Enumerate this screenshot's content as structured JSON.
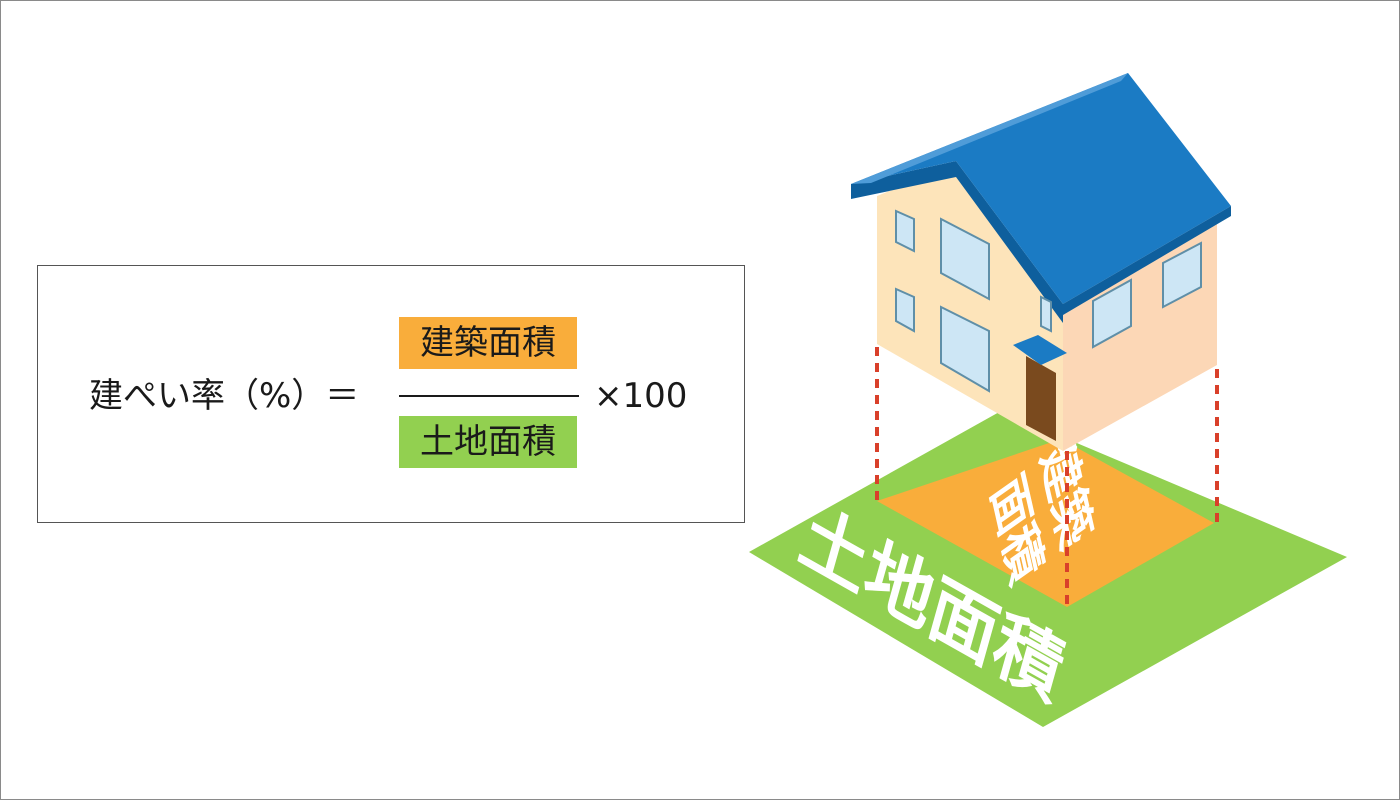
{
  "formula": {
    "lhs": "建ぺい率（%）＝",
    "numerator": "建築面積",
    "denominator": "土地面積",
    "multiplier": "×100"
  },
  "illustration": {
    "land_label": "土地面積",
    "building_label": "建築面積"
  },
  "colors": {
    "land": "#92d050",
    "building_area": "#f9ad3b",
    "roof": "#1b7bc4",
    "wall_front": "#fde4ba",
    "wall_side": "#fcd7b6",
    "dashed_line": "#d9402a",
    "door": "#7a4a1e"
  }
}
